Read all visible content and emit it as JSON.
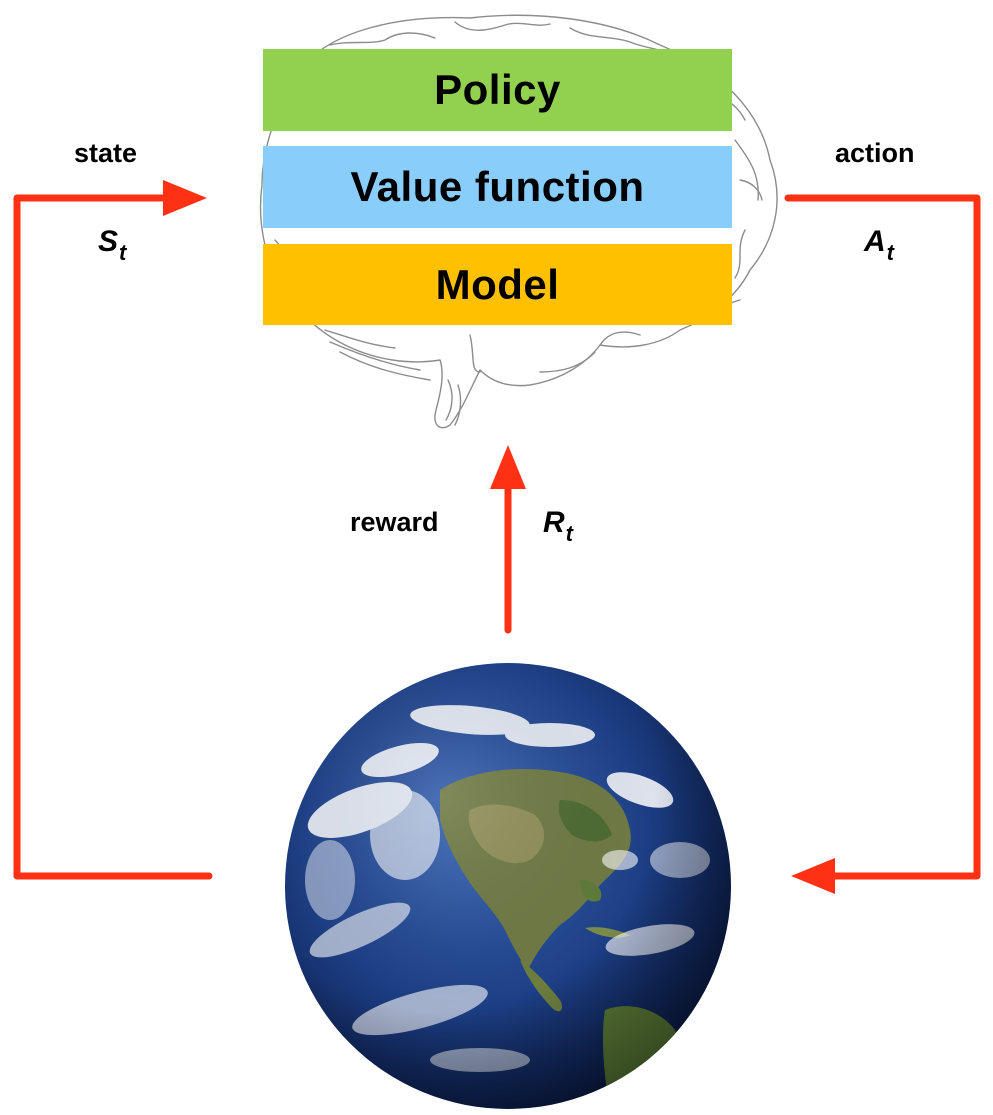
{
  "agent": {
    "boxes": [
      {
        "label": "Policy",
        "color": "#92d050"
      },
      {
        "label": "Value function",
        "color": "#89cdfa"
      },
      {
        "label": "Model",
        "color": "#ffc000"
      }
    ],
    "icon": "brain-icon"
  },
  "environment": {
    "icon": "earth-globe-icon"
  },
  "signals": {
    "state": {
      "label": "state",
      "symbol": "S",
      "subscript": "t"
    },
    "action": {
      "label": "action",
      "symbol": "A",
      "subscript": "t"
    },
    "reward": {
      "label": "reward",
      "symbol": "R",
      "subscript": "t"
    }
  },
  "colors": {
    "arrow": "#fe3114",
    "brain_outline": "#8c8c8c"
  }
}
